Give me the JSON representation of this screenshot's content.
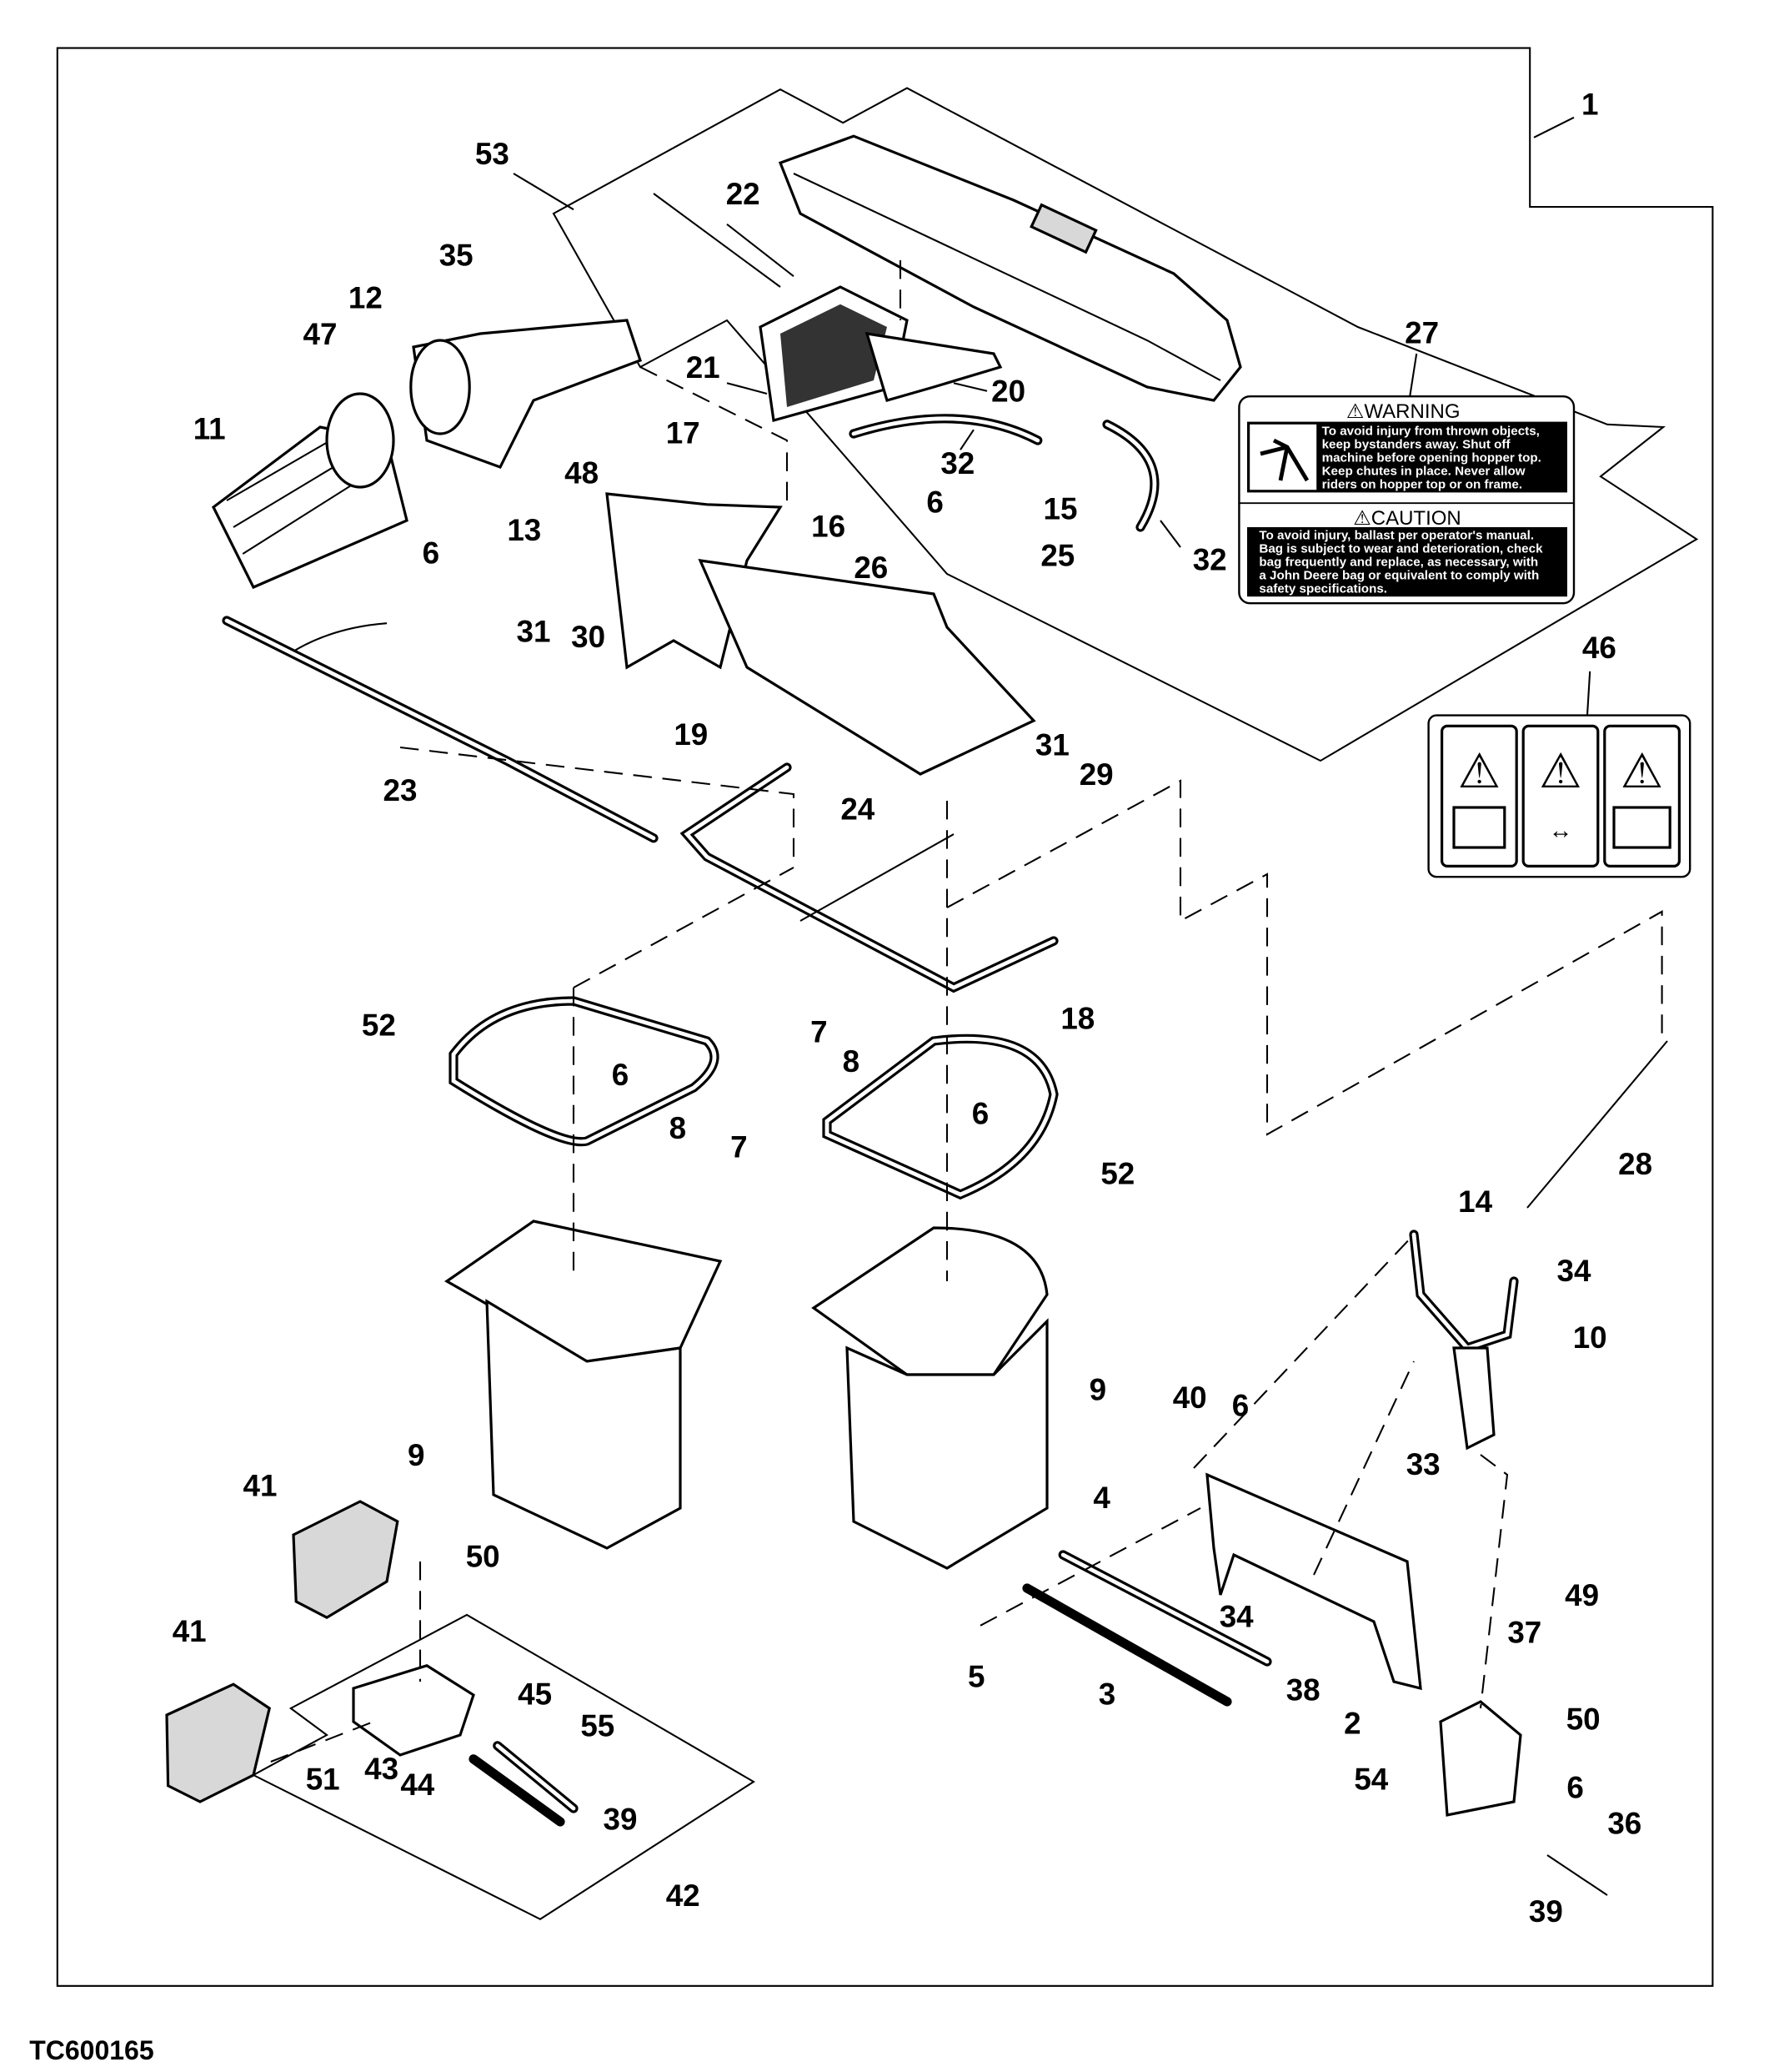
{
  "figure_id": "TC600165",
  "callouts": {
    "c1": "1",
    "c53": "53",
    "c22": "22",
    "c35": "35",
    "c12": "12",
    "c47": "47",
    "c27": "27",
    "c21": "21",
    "c20": "20",
    "c11": "11",
    "c17": "17",
    "c32a": "32",
    "c48": "48",
    "c6a": "6",
    "c15": "15",
    "c13": "13",
    "c16": "16",
    "c6b": "6",
    "c25": "25",
    "c26": "26",
    "c32b": "32",
    "c31a": "31",
    "c30": "30",
    "c46": "46",
    "c19": "19",
    "c31b": "31",
    "c29": "29",
    "c23": "23",
    "c24": "24",
    "c52a": "52",
    "c7a": "7",
    "c18": "18",
    "c6c": "6",
    "c8a": "8",
    "c8b": "8",
    "c7b": "7",
    "c6d": "6",
    "c28": "28",
    "c52b": "52",
    "c14": "14",
    "c34a": "34",
    "c10": "10",
    "c9a": "9",
    "c40": "40",
    "c6e": "6",
    "c9b": "9",
    "c33": "33",
    "c41a": "41",
    "c4": "4",
    "c50a": "50",
    "c49": "49",
    "c34b": "34",
    "c41b": "41",
    "c37": "37",
    "c5": "5",
    "c38": "38",
    "c3": "3",
    "c45": "45",
    "c2": "2",
    "c50b": "50",
    "c55": "55",
    "c54": "54",
    "c51": "51",
    "c43": "43",
    "c44": "44",
    "c6f": "6",
    "c39a": "39",
    "c36": "36",
    "c42": "42",
    "c39b": "39"
  },
  "decal_27": {
    "warning_title": "WARNING",
    "warning_lines": [
      "To avoid injury from thrown objects,",
      "keep bystanders away. Shut off",
      "machine before opening hopper top.",
      "Keep chutes in place. Never allow",
      "riders on hopper top or on frame."
    ],
    "caution_title": "CAUTION",
    "caution_lines": [
      "To avoid injury, ballast per operator's manual.",
      "Bag is subject to wear and deterioration, check",
      "bag frequently and replace, as necessary, with",
      "a John Deere bag or equivalent to comply with",
      "safety specifications."
    ]
  },
  "decal_46": {
    "icons": [
      "warning-triangle-manual-icon",
      "thrown-objects-distance-icon",
      "slope-manual-icon"
    ]
  },
  "colors": {
    "line": "#000000",
    "background": "#ffffff"
  }
}
